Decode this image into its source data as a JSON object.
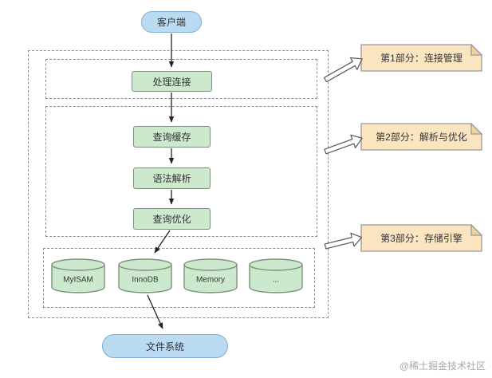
{
  "nodes": {
    "client": "客户端",
    "handle_connection": "处理连接",
    "query_cache": "查询缓存",
    "syntax_parse": "语法解析",
    "query_optimize": "查询优化",
    "file_system": "文件系统",
    "engines": [
      "MyISAM",
      "InnoDB",
      "Memory",
      "..."
    ]
  },
  "notes": [
    {
      "label": "第1部分：连接管理"
    },
    {
      "label": "第2部分：解析与优化"
    },
    {
      "label": "第3部分：存储引擎"
    }
  ],
  "watermark": "@稀土掘金技术社区",
  "colors": {
    "node_blue_fill": "#badbf2",
    "node_blue_border": "#7eaed3",
    "node_green_fill": "#cde9cd",
    "node_green_border": "#7d8f7d",
    "note_fill": "#fbe5c1",
    "note_fold": "#f0d2a0",
    "note_border": "#999999",
    "dashed_border": "#8f8f8f",
    "arrow": "#222222",
    "hollow_arrow_border": "#555555"
  }
}
